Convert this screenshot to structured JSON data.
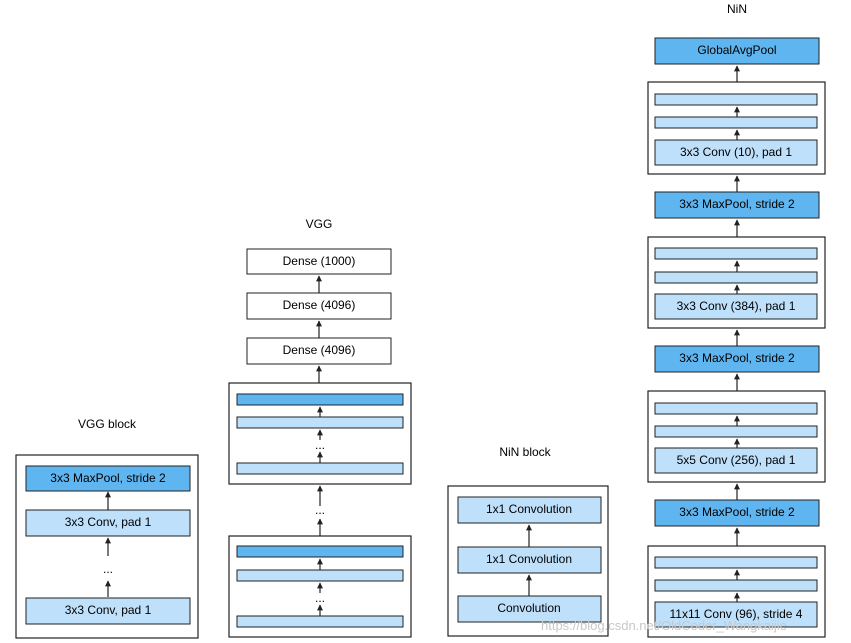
{
  "titles": {
    "vgg_block": "VGG block",
    "vgg": "VGG",
    "nin_block": "NiN block",
    "nin": "NiN"
  },
  "vgg_block": {
    "pool": "3x3 MaxPool, stride 2",
    "conv_top": "3x3 Conv, pad 1",
    "ellipsis": "...",
    "conv_bottom": "3x3 Conv, pad 1"
  },
  "vgg": {
    "dense_top": "Dense (1000)",
    "dense_mid": "Dense (4096)",
    "dense_low": "Dense (4096)",
    "ellipsis": "..."
  },
  "nin_block": {
    "conv1x1_top": "1x1 Convolution",
    "conv1x1_bottom": "1x1 Convolution",
    "conv": "Convolution"
  },
  "nin": {
    "global_pool": "GlobalAvgPool",
    "block4_conv": "3x3 Conv (10), pad 1",
    "pool3": "3x3 MaxPool, stride 2",
    "block3_conv": "3x3 Conv (384), pad 1",
    "pool2": "3x3 MaxPool, stride 2",
    "block2_conv": "5x5 Conv (256), pad 1",
    "pool1": "3x3 MaxPool, stride 2",
    "block1_conv": "11x11 Conv (96), stride 4"
  },
  "watermark": "https://blog.csdn.net/OldCoder_Wangkaijie",
  "colors": {
    "dark_blue": "#5fb5f0",
    "light_blue": "#bfe0fb",
    "stroke": "#222222",
    "background": "#ffffff"
  }
}
